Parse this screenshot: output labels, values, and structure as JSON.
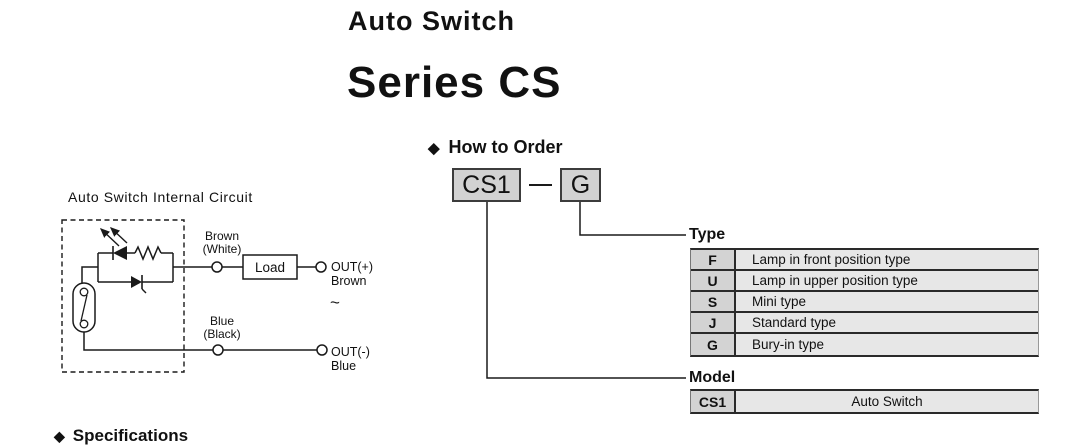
{
  "page": {
    "title": "Auto Switch",
    "series_title": "Series CS",
    "bottom_partial_heading": "Specifications",
    "diamond_icon": "◆"
  },
  "how_to_order": {
    "heading": "How to Order",
    "model_code": "CS1",
    "type_code": "G"
  },
  "circuit": {
    "heading": "Auto Switch Internal Circuit",
    "load_label": "Load",
    "top_wire_label_line1": "Brown",
    "top_wire_label_line2": "(White)",
    "bottom_wire_label_line1": "Blue",
    "bottom_wire_label_line2": "(Black)",
    "out_positive": "OUT(+)",
    "out_positive_wire": "Brown",
    "out_negative": "OUT(-)",
    "out_negative_wire": "Blue",
    "ac_symbol": "~"
  },
  "type_table": {
    "heading": "Type",
    "rows": [
      {
        "code": "F",
        "description": "Lamp in front position type"
      },
      {
        "code": "U",
        "description": "Lamp in upper position type"
      },
      {
        "code": "S",
        "description": "Mini type"
      },
      {
        "code": "J",
        "description": "Standard type"
      },
      {
        "code": "G",
        "description": "Bury-in type"
      }
    ]
  },
  "model_table": {
    "heading": "Model",
    "rows": [
      {
        "code": "CS1",
        "description": "Auto Switch"
      }
    ]
  },
  "colors": {
    "code_box_fill": "#d2d2d2",
    "table_code_fill": "#d3d3d3",
    "table_desc_fill": "#e7e7e7",
    "line": "#1a1a1a",
    "text": "#111111"
  }
}
